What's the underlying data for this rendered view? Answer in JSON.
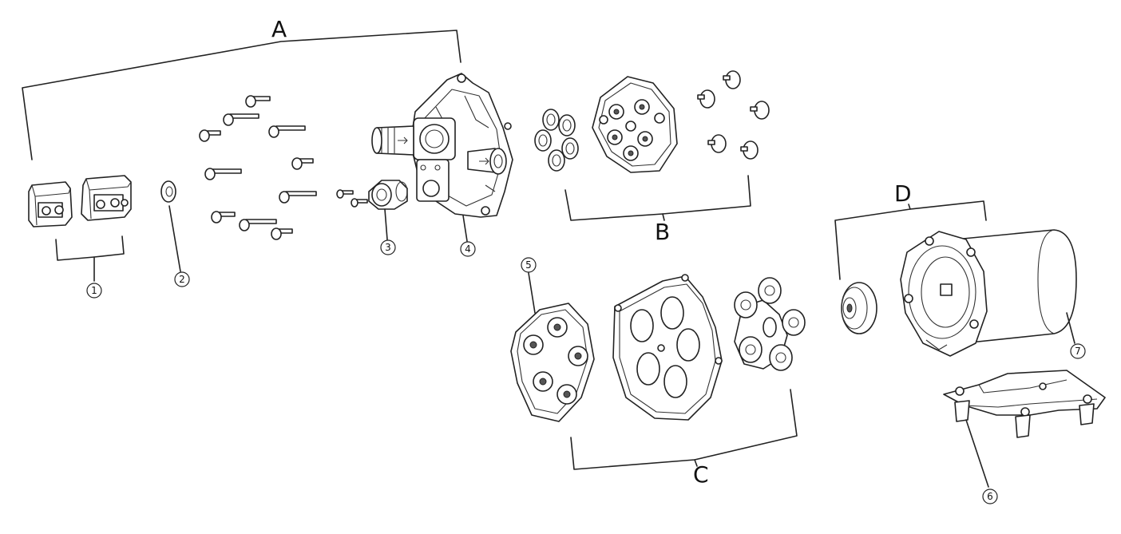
{
  "groups": {
    "a": "A",
    "b": "B",
    "c": "C",
    "d": "D"
  },
  "callouts": {
    "c1": "1",
    "c2": "2",
    "c3": "3",
    "c4": "4",
    "c5": "5",
    "c6": "6",
    "c7": "7"
  },
  "colors": {
    "line": "#222222",
    "background": "#ffffff"
  }
}
